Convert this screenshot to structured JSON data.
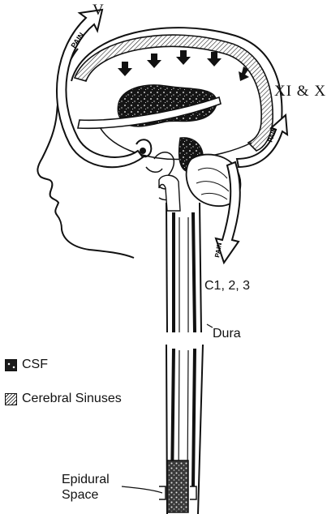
{
  "labels": {
    "nerve_v": "V",
    "nerve_xi_x": "XI & X",
    "cervical": "C1, 2, 3",
    "dura": "Dura",
    "epidural_line1": "Epidural",
    "epidural_line2": "Space"
  },
  "arrows": {
    "front_pain": "PAIN",
    "back_pain": "PAIN",
    "neck_pain": "PAIN"
  },
  "legend": [
    {
      "key": "csf",
      "label": "CSF"
    },
    {
      "key": "sinus",
      "label": "Cerebral Sinuses"
    }
  ]
}
